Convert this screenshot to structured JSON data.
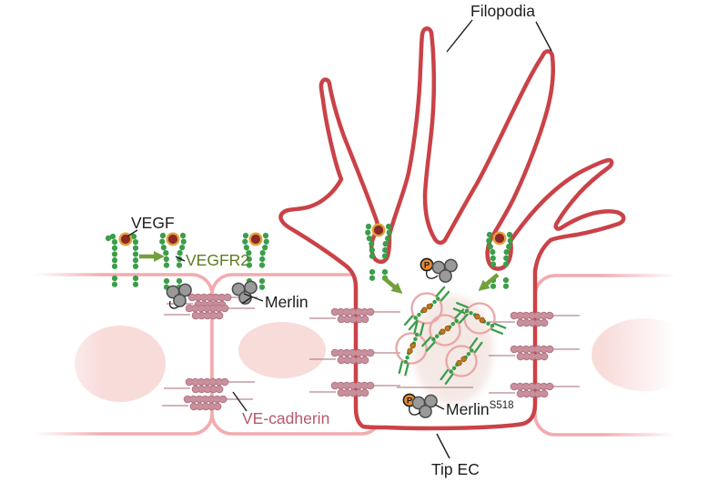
{
  "labels": {
    "filopodia": "Filopodia",
    "vegf": "VEGF",
    "vegfr2": "VEGFR2",
    "merlin": "Merlin",
    "ve_cadherin": "VE-cadherin",
    "merlin_s518_base": "Merlin",
    "merlin_s518_sup": "S518",
    "tip_ec": "Tip EC",
    "phosphate": "P"
  },
  "colors": {
    "tip_cell_red": "#ca4247",
    "stalk_cell_pink": "#f2abae",
    "nucleus_pink": "#f8dcda",
    "tip_nucleus_blob": "#eddbd4",
    "receptor_green": "#3b9e4a",
    "vegf_maroon": "#8e2727",
    "vegf_ring_orange": "#dfa43c",
    "merlin_gray": "#9a9a9a",
    "merlin_outline": "#4c4c4c",
    "phosphate_orange": "#e98a30",
    "cadherin_mauve": "#c9909c",
    "cadherin_line": "#ad7280",
    "vesicle_ring_pink": "#e9a6a6",
    "cargo_dot_orange": "#bf771c",
    "arrow_green": "#72a03c",
    "vegfr2_text": "#5d7d20",
    "cadherin_text": "#b45a6b",
    "label_black": "#1d1d1d"
  }
}
